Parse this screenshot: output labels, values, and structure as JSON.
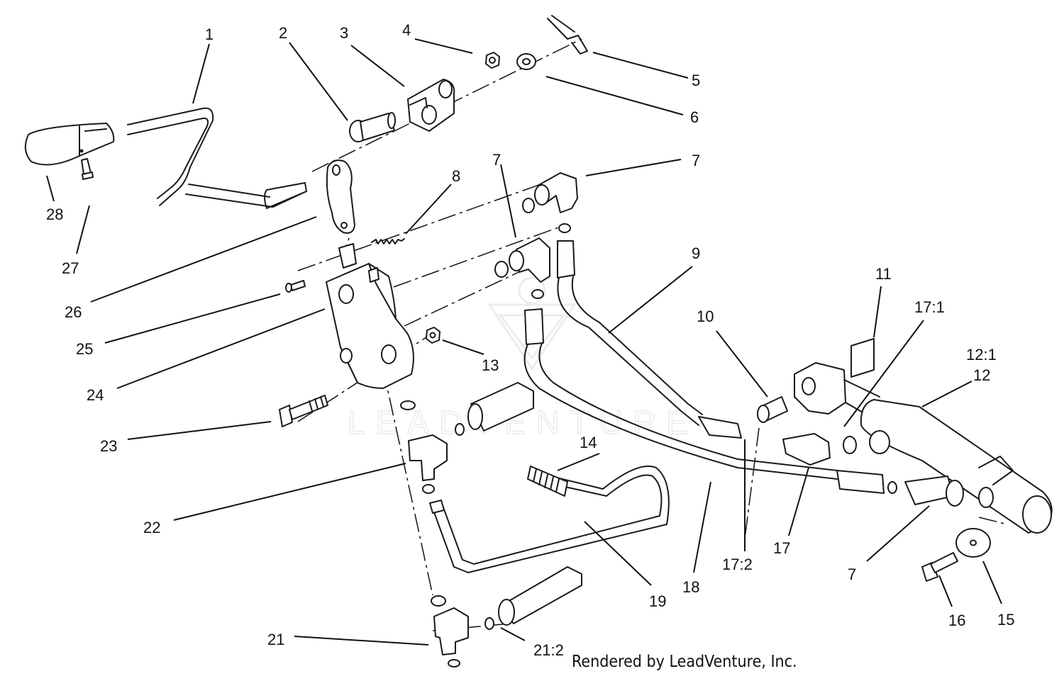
{
  "callouts": [
    {
      "id": "c1",
      "text": "1"
    },
    {
      "id": "c2",
      "text": "2"
    },
    {
      "id": "c3",
      "text": "3"
    },
    {
      "id": "c4",
      "text": "4"
    },
    {
      "id": "c5",
      "text": "5"
    },
    {
      "id": "c6",
      "text": "6"
    },
    {
      "id": "c7a",
      "text": "7"
    },
    {
      "id": "c7b",
      "text": "7"
    },
    {
      "id": "c7c",
      "text": "7"
    },
    {
      "id": "c8",
      "text": "8"
    },
    {
      "id": "c9",
      "text": "9"
    },
    {
      "id": "c10",
      "text": "10"
    },
    {
      "id": "c11",
      "text": "11"
    },
    {
      "id": "c12",
      "text": "12"
    },
    {
      "id": "c12_1",
      "text": "12:1"
    },
    {
      "id": "c13",
      "text": "13"
    },
    {
      "id": "c14",
      "text": "14"
    },
    {
      "id": "c15",
      "text": "15"
    },
    {
      "id": "c16",
      "text": "16"
    },
    {
      "id": "c17",
      "text": "17"
    },
    {
      "id": "c17_1",
      "text": "17:1"
    },
    {
      "id": "c17_2",
      "text": "17:2"
    },
    {
      "id": "c18",
      "text": "18"
    },
    {
      "id": "c19",
      "text": "19"
    },
    {
      "id": "c21",
      "text": "21"
    },
    {
      "id": "c21_2",
      "text": "21:2"
    },
    {
      "id": "c22",
      "text": "22"
    },
    {
      "id": "c23",
      "text": "23"
    },
    {
      "id": "c24",
      "text": "24"
    },
    {
      "id": "c25",
      "text": "25"
    },
    {
      "id": "c26",
      "text": "26"
    },
    {
      "id": "c27",
      "text": "27"
    },
    {
      "id": "c28",
      "text": "28"
    }
  ],
  "credit": "Rendered by LeadVenture, Inc.",
  "watermark": "LEADVENTURE"
}
